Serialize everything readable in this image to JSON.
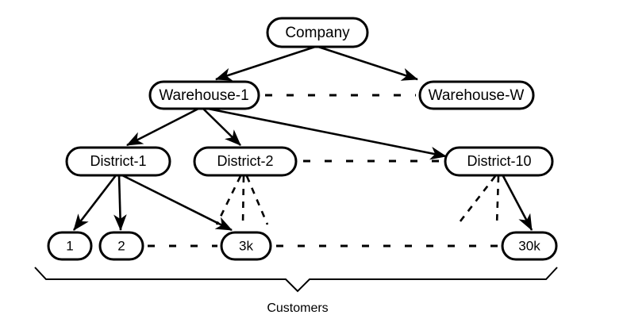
{
  "diagram": {
    "title": "Customers",
    "colors": {
      "stroke": "#000000",
      "fill": "#ffffff",
      "background": "#ffffff"
    },
    "levels": {
      "company": {
        "nodes": [
          {
            "id": "company",
            "label": "Company"
          }
        ]
      },
      "warehouse": {
        "nodes": [
          {
            "id": "warehouse-1",
            "label": "Warehouse-1"
          },
          {
            "id": "warehouse-w",
            "label": "Warehouse-W"
          }
        ]
      },
      "district": {
        "nodes": [
          {
            "id": "district-1",
            "label": "District-1"
          },
          {
            "id": "district-2",
            "label": "District-2"
          },
          {
            "id": "district-10",
            "label": "District-10"
          }
        ]
      },
      "customer": {
        "nodes": [
          {
            "id": "customer-1",
            "label": "1"
          },
          {
            "id": "customer-2",
            "label": "2"
          },
          {
            "id": "customer-3k",
            "label": "3k"
          },
          {
            "id": "customer-30k",
            "label": "30k"
          }
        ]
      }
    },
    "bracket_label": "Customers"
  }
}
